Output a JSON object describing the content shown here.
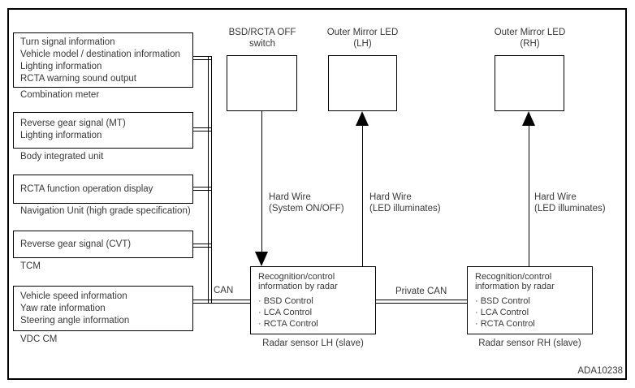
{
  "colors": {
    "line": "#000000",
    "text": "#383838",
    "background": "#ffffff"
  },
  "diagram": {
    "code": "ADA10238",
    "left_units": [
      {
        "signals": [
          "Turn signal information",
          "Vehicle model / destination information",
          "Lighting information",
          "RCTA warning sound output"
        ],
        "label": "Combination meter"
      },
      {
        "signals": [
          "Reverse gear signal (MT)",
          "Lighting information"
        ],
        "label": "Body integrated unit"
      },
      {
        "signals": [
          "RCTA function operation display"
        ],
        "label": "Navigation Unit (high grade specification)"
      },
      {
        "signals": [
          "Reverse gear signal (CVT)"
        ],
        "label": "TCM"
      },
      {
        "signals": [
          "Vehicle speed information",
          "Yaw rate information",
          "Steering angle information"
        ],
        "label": "VDC CM"
      }
    ],
    "switch": {
      "line1": "BSD/RCTA OFF",
      "line2": "switch"
    },
    "led_lh": {
      "line1": "Outer Mirror LED",
      "line2": "(LH)"
    },
    "led_rh": {
      "line1": "Outer Mirror LED",
      "line2": "(RH)"
    },
    "wire_switch": {
      "line1": "Hard Wire",
      "line2": "(System ON/OFF)"
    },
    "wire_led_lh": {
      "line1": "Hard Wire",
      "line2": "(LED illuminates)"
    },
    "wire_led_rh": {
      "line1": "Hard Wire",
      "line2": "(LED illuminates)"
    },
    "bus": {
      "can_label": "CAN",
      "private_can_label": "Private CAN"
    },
    "radar_lh": {
      "info1": "Recognition/control",
      "info2": "information by radar",
      "bullets": [
        "· BSD Control",
        "· LCA Control",
        "· RCTA Control"
      ],
      "label": "Radar sensor LH (slave)"
    },
    "radar_rh": {
      "info1": "Recognition/control",
      "info2": "information by radar",
      "bullets": [
        "· BSD Control",
        "· LCA Control",
        "· RCTA Control"
      ],
      "label": "Radar sensor RH (slave)"
    }
  }
}
